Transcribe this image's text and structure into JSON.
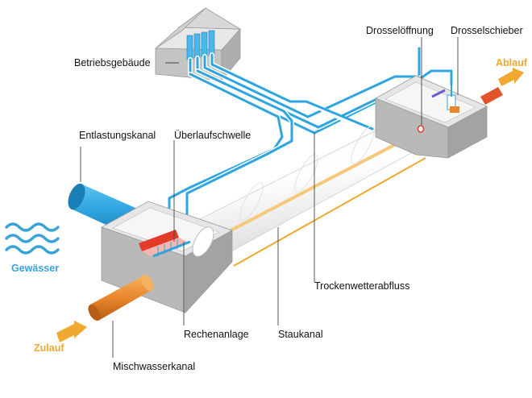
{
  "labels": {
    "betriebsgebaeude": "Betriebsgebäude",
    "entlastungskanal": "Entlastungskanal",
    "ueberlaufschwelle": "Überlaufschwelle",
    "drosseloeffnung": "Drosselöffnung",
    "drosselschieber": "Drosselschieber",
    "ablauf": "Ablauf",
    "gewaesser": "Gewässer",
    "trockenwetterabfluss": "Trockenwetterabfluss",
    "zulauf": "Zulauf",
    "rechenanlage": "Rechenanlage",
    "staukanal": "Staukanal",
    "mischwasserkanal": "Mischwasserkanal"
  },
  "colors": {
    "box_top": "#e6e6e6",
    "box_front": "#b9b9b9",
    "box_side": "#a3a3a3",
    "pipe_blue": "#2fa5e0",
    "pipe_orange": "#e8862b",
    "cable": "#2fa5e0",
    "weir_red": "#e23b2a",
    "arrow_orange": "#f0a830",
    "water_blue": "#3aa3d9",
    "flow_stripe": "#f5c87a"
  }
}
